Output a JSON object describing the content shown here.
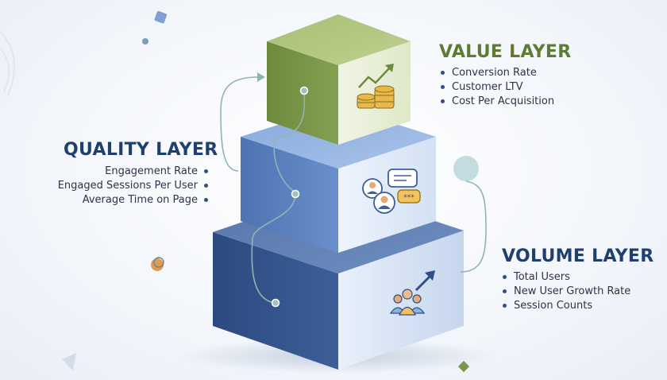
{
  "layers": {
    "value": {
      "title": "VALUE LAYER",
      "metrics": [
        "Conversion Rate",
        "Customer LTV",
        "Cost Per Acquisition"
      ],
      "color": "#7b9648",
      "icon": "coins-growth-icon"
    },
    "quality": {
      "title": "QUALITY LAYER",
      "metrics": [
        "Engagement Rate",
        "Engaged Sessions Per User",
        "Average Time on Page"
      ],
      "color": "#5f86c2",
      "icon": "users-chat-icon"
    },
    "volume": {
      "title": "VOLUME LAYER",
      "metrics": [
        "Total Users",
        "New User Growth Rate",
        "Session Counts"
      ],
      "color": "#3e5f98",
      "icon": "users-growth-icon"
    }
  },
  "colors": {
    "title_blue": "#1f3f6e",
    "title_green": "#5f7a32",
    "connector": "#8fb5b0",
    "bullet": "#2e4f86"
  }
}
